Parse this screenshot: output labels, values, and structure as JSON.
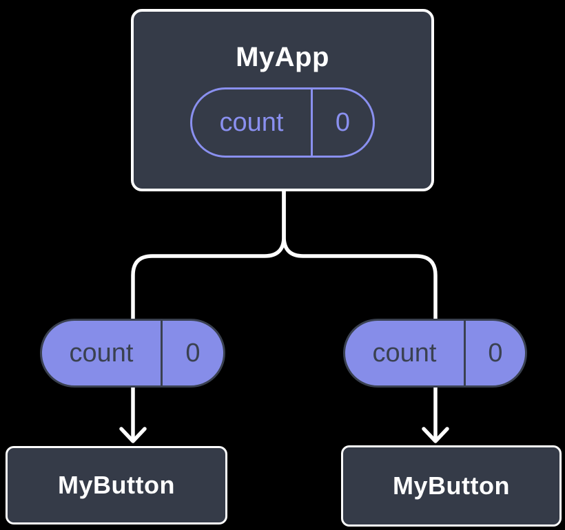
{
  "colors": {
    "background": "#000000",
    "node_fill": "#353b48",
    "node_border": "#ffffff",
    "title_text": "#ffffff",
    "state_pill_stroke": "#8a90f0",
    "state_text": "#8a90f0",
    "prop_pill_fill": "#868de9",
    "prop_pill_border": "#3a4150",
    "prop_text": "#3a4150",
    "connector": "#ffffff"
  },
  "root": {
    "title": "MyApp",
    "state": {
      "name": "count",
      "value": "0"
    }
  },
  "children": [
    {
      "title": "MyButton",
      "prop": {
        "name": "count",
        "value": "0"
      }
    },
    {
      "title": "MyButton",
      "prop": {
        "name": "count",
        "value": "0"
      }
    }
  ]
}
